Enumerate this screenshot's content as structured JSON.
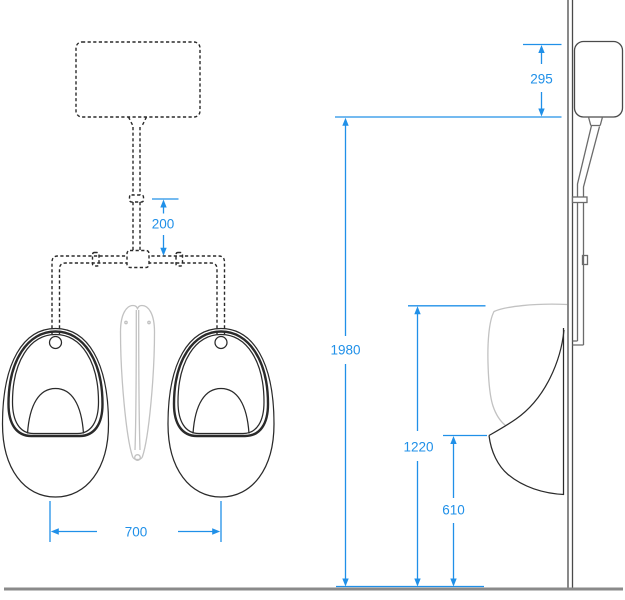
{
  "diagram": {
    "type": "urinal-installation-technical-drawing",
    "views": [
      "front-elevation-twin-urinals-with-concealed-cistern",
      "side-elevation-wall-mounted-urinal"
    ]
  },
  "dimensions": {
    "cistern_drop": "295",
    "pipe_drop": "200",
    "overall_height": "1980",
    "rim_height": "1220",
    "lip_height": "610",
    "centre_spacing": "700"
  },
  "colors": {
    "dimension": "#2090e8",
    "outline": "#2a2a2a",
    "light_outline": "#c2c2c2",
    "pipe": "#6b6b6b",
    "wall": "#4a4a4a",
    "floor": "#8a8a8a"
  }
}
